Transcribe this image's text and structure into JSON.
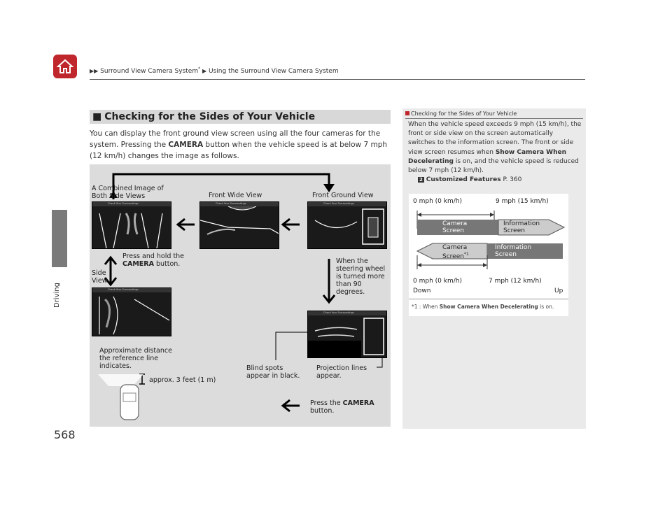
{
  "header": {
    "crumb1": "Surround View Camera System",
    "crumb1_mark": "*",
    "crumb2": "Using the Surround View Camera System"
  },
  "side_tab": {
    "label": "Driving"
  },
  "page_number": "568",
  "section": {
    "title": "Checking for the Sides of Your Vehicle",
    "para_before": "You can display the front ground view screen using all the four cameras for the system. Pressing the ",
    "para_bold": "CAMERA",
    "para_after": " button when the vehicle speed is at below 7 mph (12 km/h) changes the image as follows."
  },
  "diagram": {
    "combined_label": "A Combined Image of Both Side Views",
    "front_wide": "Front Wide View",
    "front_ground": "Front Ground View",
    "screen_title": "Check Your Surroundings",
    "press_hold_1": "Press and hold the",
    "press_hold_bold": "CAMERA",
    "press_hold_2": "button.",
    "side_view": "Side View",
    "steering": "When the steering wheel is turned more than 90 degrees.",
    "approx_distance": "Approximate distance the reference line indicates.",
    "approx_3ft": "approx. 3 feet (1 m)",
    "blind_spots": "Blind spots appear in black.",
    "projection_lines": "Projection lines appear.",
    "press_camera_1": "Press the",
    "press_camera_bold": "CAMERA",
    "press_camera_2": "button."
  },
  "note": {
    "title": "Checking for the Sides of Your Vehicle",
    "p1": "When the vehicle speed exceeds 9 mph (15 km/h), the front or side view on the screen automatically switches to the information screen. The front or side view screen resumes when ",
    "p1_bold": "Show Camera When Decelerating",
    "p1_after": " is on, and the vehicle speed is reduced below 7 mph (12 km/h).",
    "link_icon": "2",
    "link_bold": "Customized Features",
    "link_page": "P. 360",
    "chart": {
      "top_left": "0 mph (0 km/h)",
      "top_right": "9 mph (15 km/h)",
      "up_cam": "Camera Screen",
      "up_info": "Information Screen",
      "down_cam": "Camera Screen",
      "down_cam_sup": "*1",
      "down_info": "Information Screen",
      "bot_left": "0 mph (0 km/h)",
      "bot_right": "7 mph (12 km/h)",
      "down": "Down",
      "up": "Up"
    },
    "footnote_pre": "*1 : When ",
    "footnote_bold": "Show Camera When Decelerating",
    "footnote_post": " is on."
  }
}
